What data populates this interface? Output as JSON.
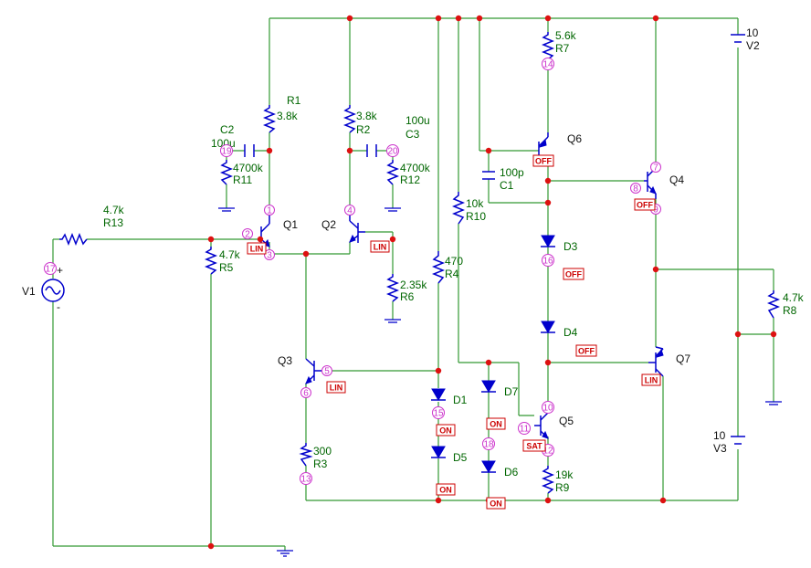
{
  "components": {
    "R1": {
      "name": "R1",
      "value": "3.8k"
    },
    "R2": {
      "name": "R2",
      "value": "3.8k"
    },
    "R3": {
      "name": "R3",
      "value": "300"
    },
    "R4": {
      "name": "R4",
      "value": "470"
    },
    "R5": {
      "name": "R5",
      "value": "4.7k"
    },
    "R6": {
      "name": "R6",
      "value": "2.35k"
    },
    "R7": {
      "name": "R7",
      "value": "5.6k"
    },
    "R8": {
      "name": "R8",
      "value": "4.7k"
    },
    "R9": {
      "name": "R9",
      "value": "19k"
    },
    "R10": {
      "name": "R10",
      "value": "10k"
    },
    "R11": {
      "name": "R11",
      "value": "4700k"
    },
    "R12": {
      "name": "R12",
      "value": "4700k"
    },
    "R13": {
      "name": "R13",
      "value": "4.7k"
    },
    "C1": {
      "name": "C1",
      "value": "100p"
    },
    "C2": {
      "name": "C2",
      "value": "100u"
    },
    "C3": {
      "name": "C3",
      "value": "100u"
    },
    "V1": {
      "name": "V1"
    },
    "V2": {
      "name": "V2",
      "value": "10"
    },
    "V3": {
      "name": "V3",
      "value": "10"
    },
    "Q1": {
      "name": "Q1"
    },
    "Q2": {
      "name": "Q2"
    },
    "Q3": {
      "name": "Q3"
    },
    "Q4": {
      "name": "Q4"
    },
    "Q5": {
      "name": "Q5"
    },
    "Q6": {
      "name": "Q6"
    },
    "Q7": {
      "name": "Q7"
    },
    "D1": {
      "name": "D1"
    },
    "D3": {
      "name": "D3"
    },
    "D4": {
      "name": "D4"
    },
    "D5": {
      "name": "D5"
    },
    "D6": {
      "name": "D6"
    },
    "D7": {
      "name": "D7"
    }
  },
  "nodes": [
    "1",
    "2",
    "3",
    "4",
    "5",
    "6",
    "7",
    "8",
    "9",
    "10",
    "11",
    "12",
    "13",
    "14",
    "15",
    "16",
    "17",
    "18",
    "19",
    "20"
  ],
  "states": {
    "q1": "LIN",
    "q2": "LIN",
    "q3": "LIN",
    "q4": "OFF",
    "q5": "SAT",
    "q6": "OFF",
    "q7": "LIN",
    "d3": "OFF",
    "d4": "OFF",
    "d1": "ON",
    "d5": "ON",
    "d6": "ON",
    "d7": "ON"
  },
  "colors": {
    "wire": "#339933",
    "device": "#0000cc",
    "junction": "#dd1111",
    "node": "#cc33cc",
    "state": "#cc0000",
    "label": "#006600"
  }
}
